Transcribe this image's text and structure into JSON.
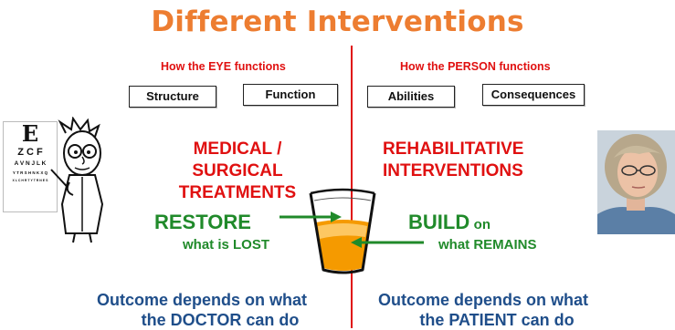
{
  "title": "Different Interventions",
  "left": {
    "subtitle": "How the EYE functions",
    "boxes": [
      "Structure",
      "Function"
    ],
    "heading_line1": "MEDICAL / SURGICAL",
    "heading_line2": "TREATMENTS",
    "verb": "RESTORE",
    "verb_object": "what is LOST",
    "outcome_line1": "Outcome depends on what",
    "outcome_line2": "the DOCTOR can do"
  },
  "right": {
    "subtitle": "How the PERSON functions",
    "boxes": [
      "Abilities",
      "Consequences"
    ],
    "heading_line1": "REHABILITATIVE",
    "heading_line2": "INTERVENTIONS",
    "verb": "BUILD",
    "verb_suffix": "on",
    "verb_object": "what REMAINS",
    "outcome_line1": "Outcome depends on what",
    "outcome_line2": "the PATIENT can do"
  },
  "eye_chart": {
    "rows": [
      "E",
      "Z C F",
      "A V N J L K",
      "Y T R S H N K X Q",
      "X L C H R T Y T R N E S"
    ]
  },
  "colors": {
    "title": "#ed7d31",
    "red": "#e01010",
    "green": "#208a2a",
    "blue": "#1f4e8a",
    "liquid": "#f59a00"
  }
}
